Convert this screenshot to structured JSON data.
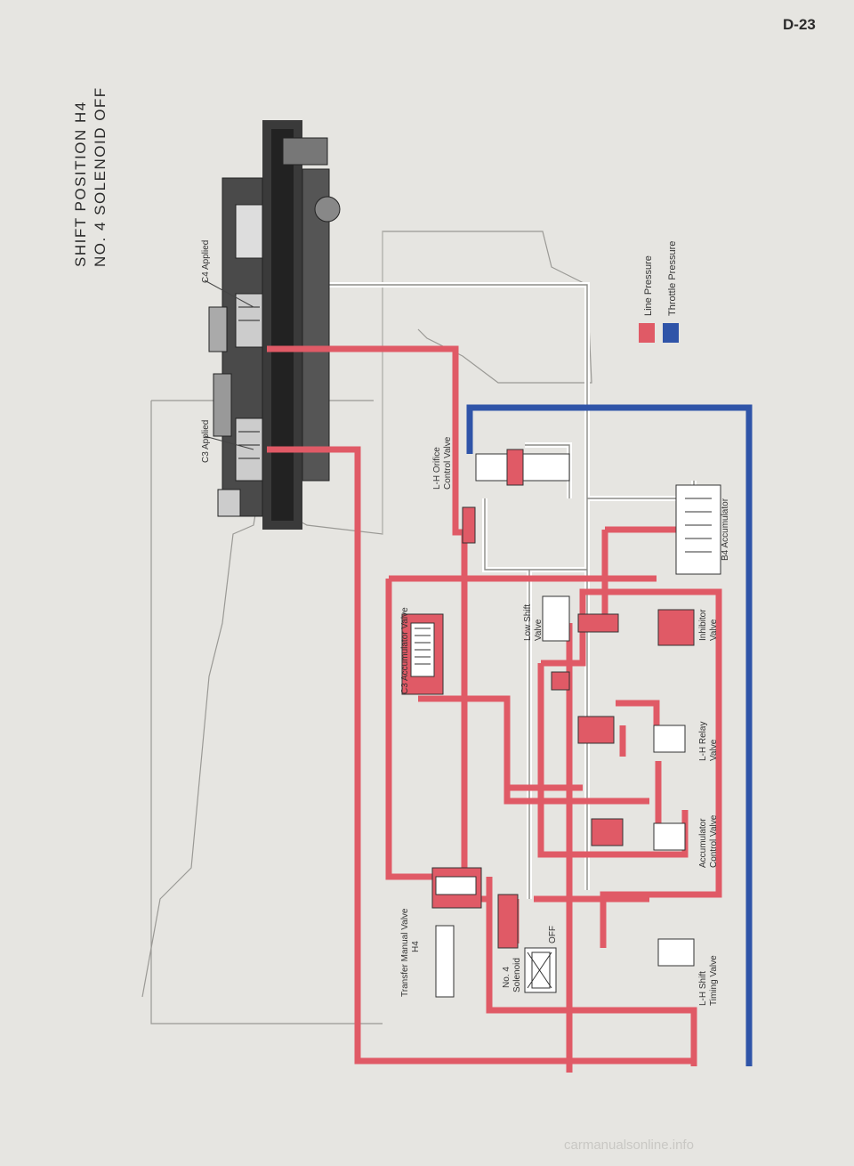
{
  "page_number": "D-23",
  "title_line1": "SHIFT POSITION H4",
  "title_line2": "NO. 4 SOLENOID OFF",
  "legend": {
    "line_pressure": {
      "label": "Line Pressure",
      "color": "#e05a66"
    },
    "throttle_pressure": {
      "label": "Throttle Pressure",
      "color": "#2f54a8"
    }
  },
  "labels": {
    "c4_applied": "C4 Applied",
    "c3_applied": "C3 Applied",
    "lh_orifice_1": "L-H Orifice",
    "lh_orifice_2": "Control Valve",
    "b4_accumulator": "B4 Accumulator",
    "c3_accumulator": "C3 Accumulator Valve",
    "low_shift_1": "Low Shift",
    "low_shift_2": "Valve",
    "inhibitor_1": "Inhibitor",
    "inhibitor_2": "Valve",
    "lh_relay_1": "L-H Relay",
    "lh_relay_2": "Valve",
    "accumulator_ctrl_1": "Accumulator",
    "accumulator_ctrl_2": "Control Valve",
    "lh_shift_timing_1": "L-H Shift",
    "lh_shift_timing_2": "Timing Valve",
    "transfer_manual_1": "Transfer Manual Valve",
    "transfer_manual_2": "H4",
    "solenoid_1": "No. 4",
    "solenoid_2": "Solenoid",
    "solenoid_state": "OFF"
  },
  "footer": "carmanualsonline.info"
}
